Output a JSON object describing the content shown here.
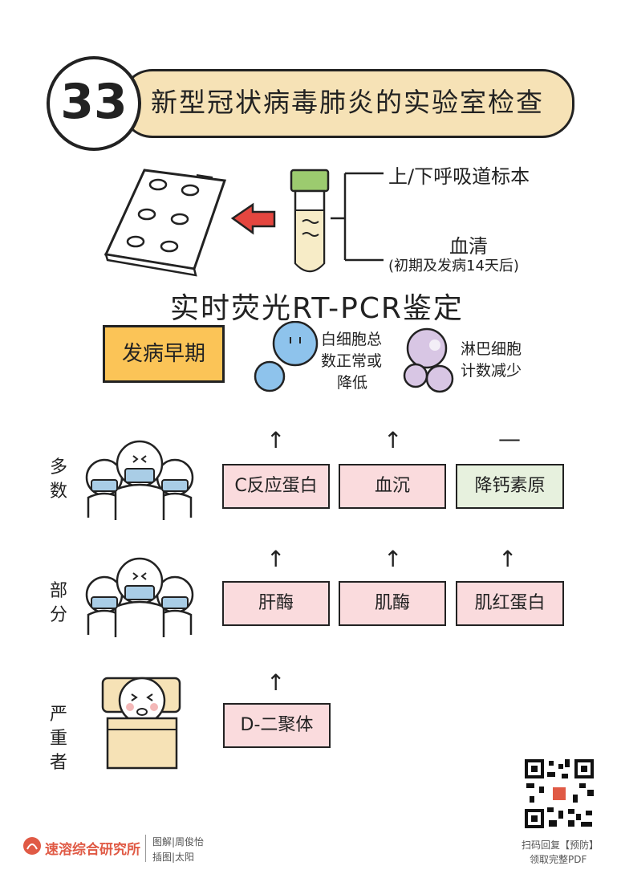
{
  "header": {
    "number": "33",
    "title": "新型冠状病毒肺炎的实验室检查"
  },
  "specimen": {
    "respiratory": "上/下呼吸道标本",
    "serum": "血清",
    "serum_note": "(初期及发病14天后)"
  },
  "method": "实时荧光RT-PCR鉴定",
  "early": {
    "label": "发病早期",
    "wbc": [
      "白细胞总",
      "数正常或",
      "降低"
    ],
    "lymph": [
      "淋巴细胞",
      "计数减少"
    ]
  },
  "groups": {
    "most": {
      "label": [
        "多",
        "数"
      ],
      "items": [
        {
          "text": "C反应蛋白",
          "arrow": "↑"
        },
        {
          "text": "血沉",
          "arrow": "↑"
        },
        {
          "text": "降钙素原",
          "arrow": "—"
        }
      ]
    },
    "some": {
      "label": [
        "部",
        "分"
      ],
      "items": [
        {
          "text": "肝酶",
          "arrow": "↑"
        },
        {
          "text": "肌酶",
          "arrow": "↑"
        },
        {
          "text": "肌红蛋白",
          "arrow": "↑"
        }
      ]
    },
    "severe": {
      "label": [
        "严",
        "重",
        "者"
      ],
      "items": [
        {
          "text": "D-二聚体",
          "arrow": "↑"
        }
      ]
    }
  },
  "footer": {
    "org": "速溶综合研究所",
    "credit1": "图解|周俊怡",
    "credit2": "插图|太阳",
    "qr1": "扫码回复【预防】",
    "qr2": "领取完整PDF"
  },
  "colors": {
    "title_bar": "#f6e2b6",
    "early_box": "#fbc457",
    "pink_box": "#fadbdd",
    "green_box": "#e7f1de",
    "blue_cell": "#8ec3ec",
    "purple_cell": "#d8c6e4",
    "mask": "#a9cde6",
    "tube_cap": "#9ccb6f",
    "arrow_red": "#e4463f"
  },
  "icons": [
    "pcr-plate-icon",
    "test-tube-icon",
    "red-arrow-icon",
    "bracket-icon",
    "blood-cell-icon",
    "people-mask-icon",
    "patient-bed-icon",
    "qr-code-icon",
    "logo-icon"
  ]
}
